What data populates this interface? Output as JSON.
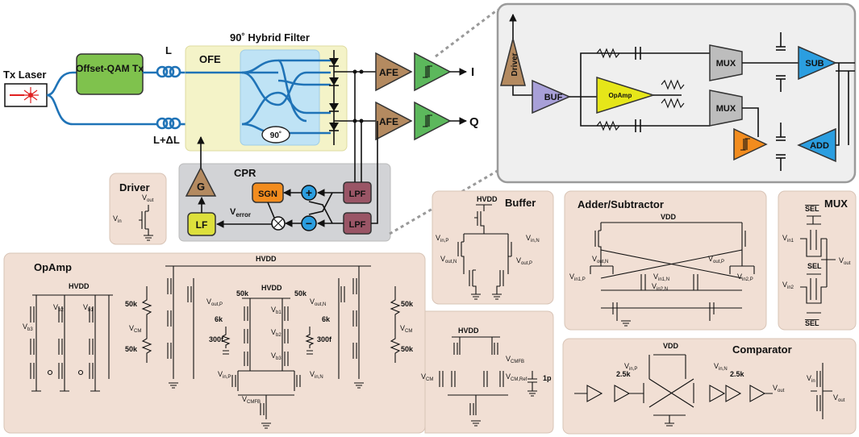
{
  "system": {
    "tx_laser": "Tx Laser",
    "offset_qam": "Offset-QAM Tx",
    "fiber_l": "L",
    "fiber_l_dl": "L+ΔL",
    "hybrid_title": "90˚ Hybrid Filter",
    "ofe": "OFE",
    "ninety": "90˚",
    "afe": "AFE",
    "out_i": "I",
    "out_q": "Q",
    "cpr": "CPR",
    "g": "G",
    "lf": "LF",
    "sgn": "SGN",
    "lpf": "LPF",
    "plus": "+",
    "minus": "−",
    "verror": "V",
    "verror_sub": "error"
  },
  "zoom": {
    "driver": "Driver",
    "buf": "BUF",
    "opamp": "OpAmp",
    "mux": "MUX",
    "sub": "SUB",
    "add": "ADD"
  },
  "panels": {
    "driver": {
      "title": "Driver",
      "vout": "V",
      "vout_sub": "out",
      "vin": "V",
      "vin_sub": "in"
    },
    "buffer": {
      "title": "Buffer",
      "hvdd": "HVDD",
      "vinp": "V",
      "vinp_sub": "in,P",
      "vinn": "V",
      "vinn_sub": "in,N",
      "voutn": "V",
      "voutn_sub": "out,N",
      "voutp": "V",
      "voutp_sub": "out,P"
    },
    "addsub": {
      "title": "Adder/Subtractor",
      "vdd": "VDD",
      "voutn": "out,N",
      "voutp": "out,P",
      "vin1n": "in1,N",
      "vin2n": "in2,N",
      "vin1p": "in1,P",
      "vin2p": "in2,P"
    },
    "mux": {
      "title": "MUX",
      "sel": "SEL",
      "sel_mid": "SEL",
      "vin1": "in1",
      "vin2": "in2",
      "vout": "out"
    },
    "opamp": {
      "title": "OpAmp",
      "hvdd": "HVDD",
      "hvdd2": "HVDD",
      "vb3": "b3",
      "vb2": "b2",
      "vb1": "b1",
      "r50k": "50k",
      "r6k": "6k",
      "c300f": "300f",
      "vcm": "CM",
      "voutp": "out,P",
      "voutn": "out,N",
      "vinp": "in,P",
      "vinn": "in,N",
      "vcmfb": "CMFB"
    },
    "cmfb": {
      "hvdd": "HVDD",
      "vcmfb": "CMFB",
      "vcmref": "CM,Ref",
      "vcm": "CM",
      "cap": "1p"
    },
    "comparator": {
      "title": "Comparator",
      "vdd": "VDD",
      "r": "2.5k",
      "vinp": "in,P",
      "vinn": "in,N",
      "vout": "out",
      "vin": "in"
    }
  },
  "colors": {
    "afe": "#b48a60",
    "comparator": "#5cb85c",
    "purple": "#8a6a8a",
    "buf": "#a8a0d8",
    "opamp": "#e6e619",
    "mux": "#bdbdbd",
    "sub": "#2b9ee0",
    "orange": "#f28c1e",
    "lpf": "#9a5566",
    "lf": "#dde03c"
  }
}
